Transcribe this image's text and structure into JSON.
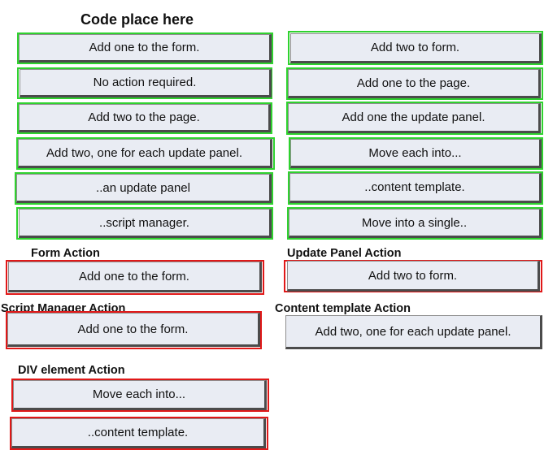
{
  "headings": {
    "code_place": "Code place here",
    "form_action": "Form Action",
    "update_panel_action": "Update Panel Action",
    "script_manager_action": "Script Manager Action",
    "content_template_action": "Content template Action",
    "div_element_action": "DIV element Action"
  },
  "source_left": [
    "Add one to the form.",
    "No action required.",
    "Add two to the page.",
    "Add two, one for each update panel.",
    "..an update panel",
    "..script manager."
  ],
  "source_right": [
    "Add two to form.",
    "Add one to the page.",
    "Add one the update panel.",
    "Move each into...",
    "..content template.",
    "Move into a single.."
  ],
  "answers": {
    "form_action": [
      "Add one to the form."
    ],
    "update_panel_action": [
      "Add two to form."
    ],
    "script_manager_action": [
      "Add one to the form."
    ],
    "content_template_action": [
      "Add two, one for each update panel."
    ],
    "div_element_action": [
      "Move each into...",
      "..content template."
    ]
  },
  "colors": {
    "tile_fill": "#e9ecf3",
    "tile_shadow": "#4b4b4b",
    "source_border": "#2fd22f",
    "target_border": "#e01818"
  }
}
